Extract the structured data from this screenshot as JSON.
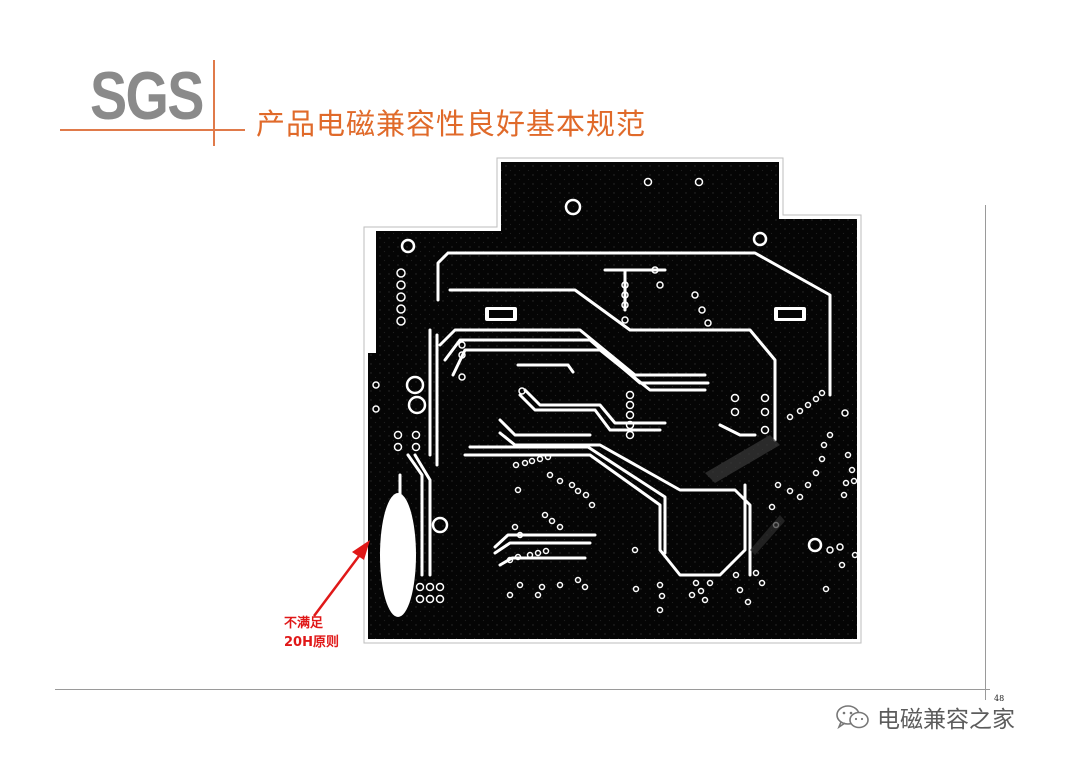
{
  "header": {
    "logo_text": "SGS",
    "title": "产品电磁兼容性良好基本规范",
    "accent_color": "#e06a2a",
    "logo_color": "#8a8a8a"
  },
  "figure": {
    "annotation_line1": "不满足",
    "annotation_line2": "20H原则",
    "annotation_color": "#e01818"
  },
  "footer": {
    "page_number": "48",
    "watermark_text": "电磁兼容之家",
    "watermark_icon": "wechat-icon"
  }
}
